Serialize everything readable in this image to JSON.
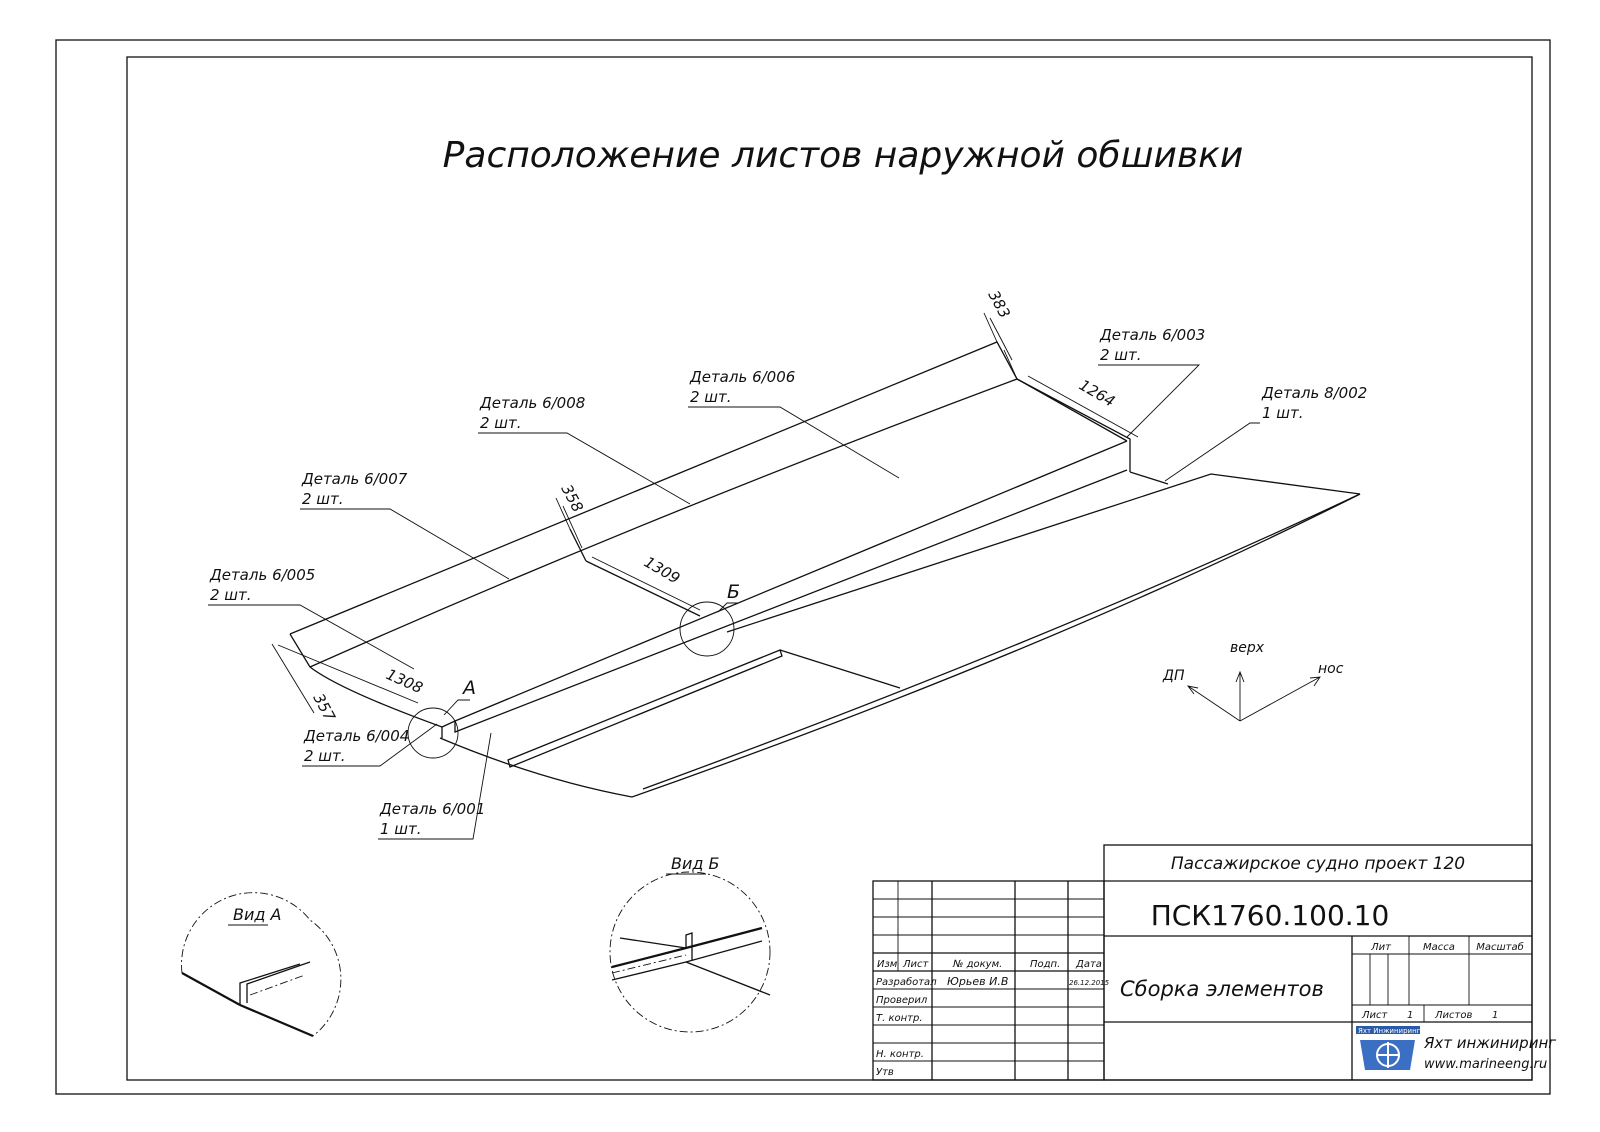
{
  "title": "Расположение листов наружной обшивки",
  "parts": [
    {
      "name": "Деталь 6/005",
      "qty": "2 шт."
    },
    {
      "name": "Деталь 6/007",
      "qty": "2 шт."
    },
    {
      "name": "Деталь 6/008",
      "qty": "2 шт."
    },
    {
      "name": "Деталь 6/006",
      "qty": "2 шт."
    },
    {
      "name": "Деталь 6/003",
      "qty": "2 шт."
    },
    {
      "name": "Деталь 8/002",
      "qty": "1 шт."
    },
    {
      "name": "Деталь 6/004",
      "qty": "2 шт."
    },
    {
      "name": "Деталь 6/001",
      "qty": "1 шт."
    }
  ],
  "dimensions": [
    "383",
    "1264",
    "358",
    "1309",
    "1308",
    "357"
  ],
  "callouts": {
    "a": "А",
    "b": "Б"
  },
  "axes": {
    "up": "верх",
    "bow": "нос",
    "dp": "ДП"
  },
  "views": {
    "a": "Вид А",
    "b": "Вид Б"
  },
  "title_block": {
    "project": "Пассажирское судно проект 120",
    "doc_number": "ПСК1760.100.10",
    "doc_name": "Сборка элементов",
    "headers": {
      "izm": "Изм",
      "list": "Лист",
      "docnum": "№ докум.",
      "sign": "Подп.",
      "date": "Дата"
    },
    "lit": "Лит",
    "mass": "Масса",
    "scale": "Масштаб",
    "rows": {
      "developed": "Разработал",
      "developer": "Юрьев И.В",
      "dev_date": "26.12.2015",
      "checked": "Проверил",
      "tcontrol": "Т. контр.",
      "ncontrol": "Н. контр.",
      "approved": "Утв"
    },
    "sheet_label": "Лист",
    "sheet_value": "1",
    "sheets_label": "Листов",
    "sheets_value": "1",
    "logo_text": "Яхт Инжиниринг",
    "company": "Яхт инжиниринг",
    "website": "www.marineeng.ru"
  }
}
